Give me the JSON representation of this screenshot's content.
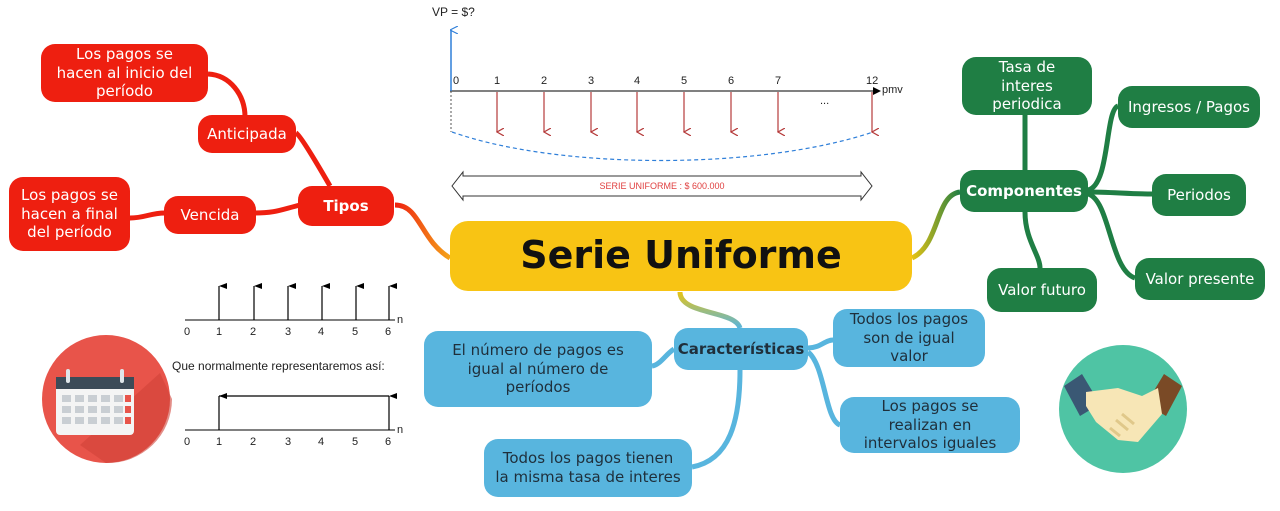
{
  "center": "Serie Uniforme",
  "tipos": {
    "label": "Tipos",
    "anticipada": "Anticipada",
    "anticipada_desc": "Los pagos se hacen al inicio del período",
    "vencida": "Vencida",
    "vencida_desc": "Los pagos se hacen a final del período"
  },
  "componentes": {
    "label": "Componentes",
    "items": [
      "Tasa de interes periodica",
      "Ingresos / Pagos",
      "Periodos",
      "Valor presente",
      "Valor futuro"
    ]
  },
  "caracteristicas": {
    "label": "Características",
    "items": [
      "El número de pagos es igual al número de períodos",
      "Todos los pagos son de igual valor",
      "Los pagos se realizan en intervalos iguales",
      "Todos los pagos tienen la misma tasa de interes"
    ]
  },
  "cashflow": {
    "vp_label": "VP = $?",
    "ticks": [
      "0",
      "1",
      "2",
      "3",
      "4",
      "5",
      "6",
      "7",
      "12"
    ],
    "ellipsis": "...",
    "pmv_label": "pmv",
    "series_label": "SERIE UNIFORME : $ 600.000"
  },
  "timeline": {
    "ticks": [
      "0",
      "1",
      "2",
      "3",
      "4",
      "5",
      "6"
    ],
    "n_label": "n",
    "caption": "Que normalmente representaremos así:"
  },
  "colors": {
    "red": "#ee1f10",
    "green": "#1f7e44",
    "blue": "#58b5de",
    "yellow": "#f8c414",
    "arrow_red": "#b53a3a",
    "dash_blue": "#2f7fd9"
  },
  "icons": [
    "calendar-icon",
    "handshake-icon"
  ]
}
